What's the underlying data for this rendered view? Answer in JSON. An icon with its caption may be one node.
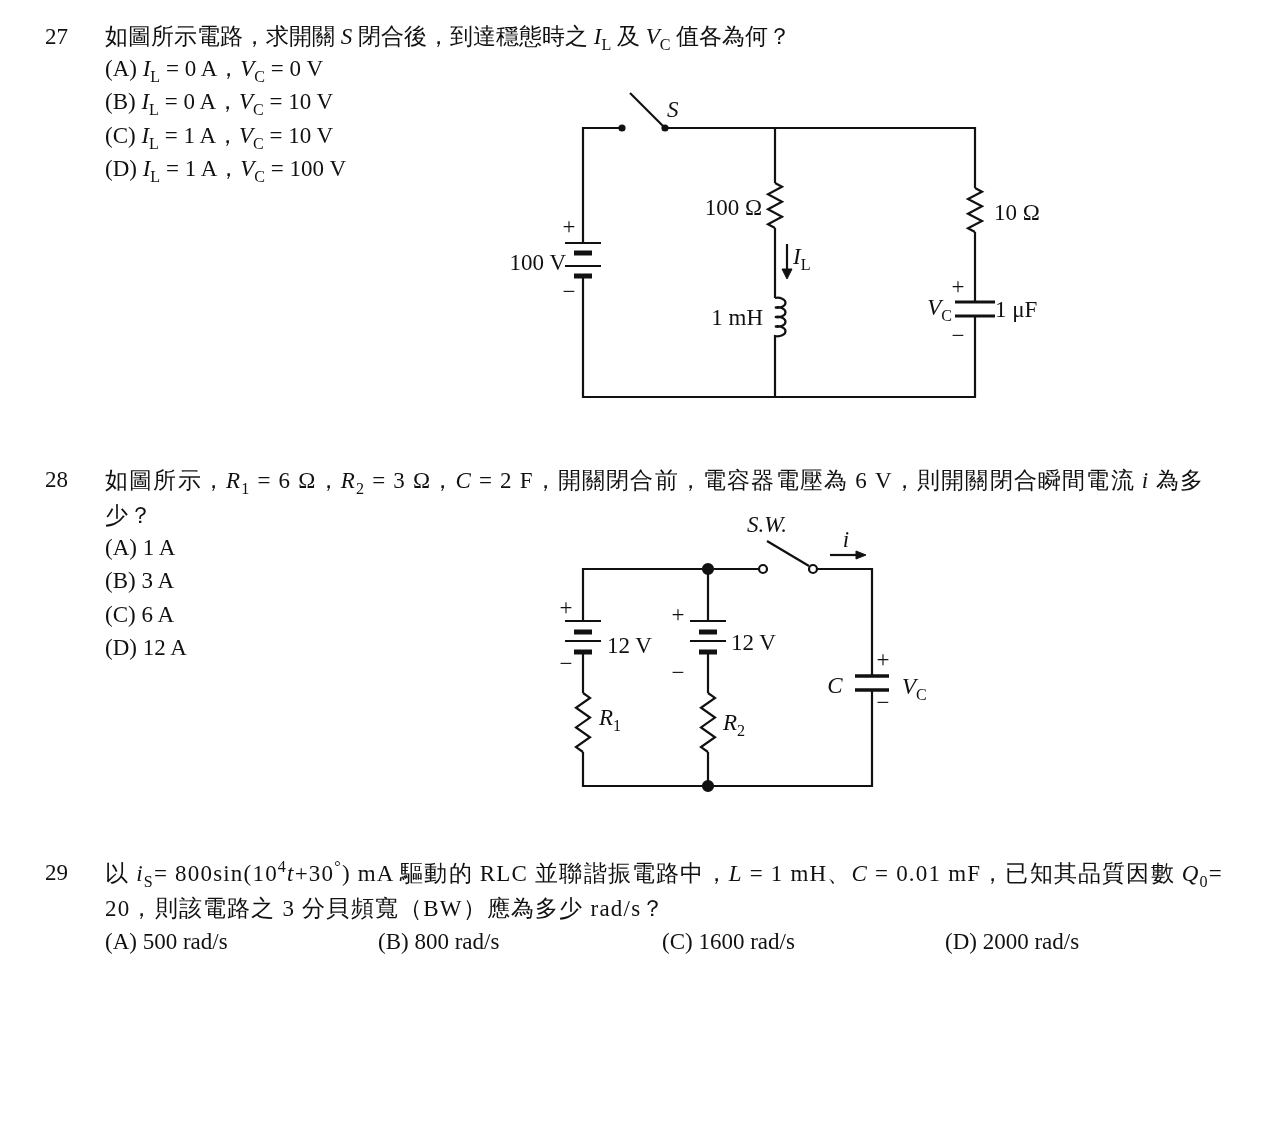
{
  "diagram": {
    "labels": [
      "27",
      "如圖所示電路，求開關 *S* 閉合後，到達穩態時之 *I*$_{L}$ 及 *V*$_{C}$ 值各為何？",
      "(A) *I*$_{L}$ = 0 A，*V*$_{C}$ = 0 V",
      "(B) *I*$_{L}$ = 0 A，*V*$_{C}$ = 10 V",
      "(C) *I*$_{L}$ = 1 A，*V*$_{C}$ = 10 V",
      "(D) *I*$_{L}$ = 1 A，*V*$_{C}$ = 100 V",
      "S",
      "100 Ω",
      "10 Ω",
      "+",
      "100 V",
      "−",
      "*I*$_{L}$",
      "+",
      "1 mH",
      "*V*$_{C}$",
      "1 μF",
      "−",
      "28",
      "如圖所示，*R*$_{1}$ = 6 Ω，*R*$_{2}$ = 3 Ω，*C* = 2 F，開關閉合前，電容器電壓為 6 V，則開關閉合瞬間電流 *i* 為多少？",
      "(A) 1 A",
      "(B) 3 A",
      "(C) 6 A",
      "(D) 12 A",
      "S.W.",
      "i",
      "+",
      "12 V",
      "−",
      "+",
      "12 V",
      "−",
      "+",
      "C",
      "*V*$_{C}$",
      "−",
      "*R*$_{1}$",
      "*R*$_{2}$",
      "29",
      "以 *i*$_{S}$= 800sin(10$^{4}$*t*+30$^{°}$) mA 驅動的 RLC 並聯諧振電路中，*L* = 1 mH、*C* = 0.01 mF，已知其品質因數 *Q*$_{0}$= 20，則該電路之 3 分貝頻寬（BW）應為多少 rad/s？",
      "(A) 500 rad/s",
      "(B) 800 rad/s",
      "(C) 1600 rad/s",
      "(D) 2000 rad/s"
    ]
  }
}
